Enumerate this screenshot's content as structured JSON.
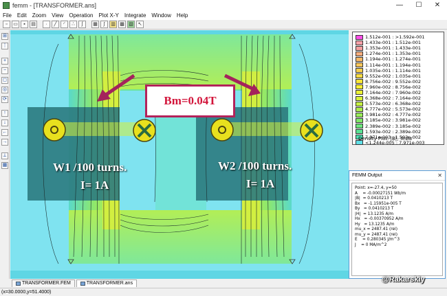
{
  "window": {
    "title": "femm - [TRANSFORMER.ans]",
    "min_glyph": "—",
    "max_glyph": "☐",
    "close_glyph": "✕"
  },
  "menu": [
    "File",
    "Edit",
    "Zoom",
    "View",
    "Operation",
    "Plot X-Y",
    "Integrate",
    "Window",
    "Help"
  ],
  "toolbar_icons": [
    "new-icon",
    "open-icon",
    "save-icon",
    "print-icon",
    "point-icon",
    "segment-icon",
    "arc-icon",
    "group-icon",
    "contour-icon",
    "plot-icon",
    "integrate-icon",
    "density-icon",
    "vector-icon",
    "mesh-icon",
    "select-icon"
  ],
  "canvas": {
    "annotation": "Bm=0.04T",
    "winding1_name": "W1 /100 turns.",
    "winding1_current": "I= 1A",
    "winding2_name": "W2 /100 turns.",
    "winding2_current": "I= 1A",
    "colors": {
      "background": "#7fe3f0",
      "core_low": "#4bdbd9",
      "core_high": "#9eef5a",
      "window_high": "#d6f03c",
      "winding": "#2c7a80",
      "callout_border": "#b3225a",
      "arrow": "#a4235c"
    }
  },
  "legend": {
    "rows": [
      {
        "label": "1.512e-001 : >1.592e-001",
        "color": "#ff4de8"
      },
      {
        "label": "1.433e-001 : 1.512e-001",
        "color": "#f8a0a8"
      },
      {
        "label": "1.353e-001 : 1.433e-001",
        "color": "#f5a0a0"
      },
      {
        "label": "1.274e-001 : 1.353e-001",
        "color": "#f7ad7d"
      },
      {
        "label": "1.194e-001 : 1.274e-001",
        "color": "#f7b968"
      },
      {
        "label": "1.114e-001 : 1.194e-001",
        "color": "#f8c55a"
      },
      {
        "label": "1.035e-001 : 1.114e-001",
        "color": "#f9d04d"
      },
      {
        "label": "9.552e-002 : 1.035e-001",
        "color": "#fadb42"
      },
      {
        "label": "8.756e-002 : 9.552e-002",
        "color": "#fbe638"
      },
      {
        "label": "7.960e-002 : 8.756e-002",
        "color": "#f9ee32"
      },
      {
        "label": "7.164e-002 : 7.960e-002",
        "color": "#ecf236"
      },
      {
        "label": "6.368e-002 : 7.164e-002",
        "color": "#d9f23a"
      },
      {
        "label": "5.573e-002 : 6.368e-002",
        "color": "#c4f042"
      },
      {
        "label": "4.777e-002 : 5.573e-002",
        "color": "#aeee4c"
      },
      {
        "label": "3.981e-002 : 4.777e-002",
        "color": "#98ec58"
      },
      {
        "label": "3.185e-002 : 3.981e-002",
        "color": "#82ea68"
      },
      {
        "label": "2.389e-002 : 3.185e-002",
        "color": "#6ce67c"
      },
      {
        "label": "1.593e-002 : 2.389e-002",
        "color": "#5ae294"
      },
      {
        "label": "7.971e-003 : 1.593e-002",
        "color": "#4cddb0"
      },
      {
        "label": "<1.244e-005 : 7.971e-003",
        "color": "#5fe0e8"
      }
    ],
    "footer": "Density Plot: |B|, Tesla"
  },
  "output": {
    "title": "FEMM Output",
    "close_glyph": "✕",
    "lines": [
      "Point: x=-27.4, y=50",
      "A    = -0.00027151 Wb/m",
      "|B|  = 0.0410213 T",
      "Bx   = -1.15951e-005 T",
      "By   = 0.0410213 T",
      "|H|  = 13.1235 A/m",
      "Hx   = -0.00370952 A/m",
      "Hy   = 13.1235 A/m",
      "mu_x = 2487.41 (rel)",
      "mu_y = 2487.41 (rel)",
      "E    = 0.280345 J/m^3",
      "J    = 0 MA/m^2"
    ]
  },
  "tabs": [
    "TRANSFORMER.FEM",
    "TRANSFORMER.ans"
  ],
  "status": "(x=30.0000,y=51.4000)",
  "watermark": "@Rakarskiy"
}
